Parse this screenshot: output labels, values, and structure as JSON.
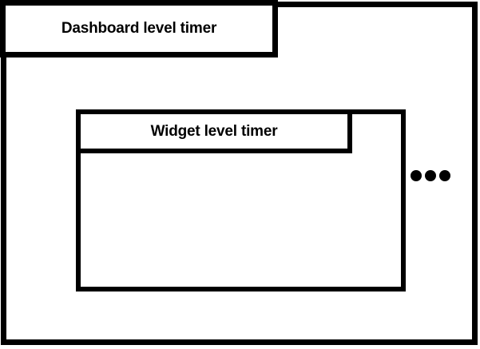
{
  "diagram": {
    "colors": {
      "line": "#000000",
      "background": "#ffffff",
      "text": "#000000"
    },
    "dashboard": {
      "timer_label": "Dashboard level timer"
    },
    "widget": {
      "timer_label": "Widget level timer"
    },
    "more_widgets_indicator": {
      "icon": "ellipsis-icon",
      "dot_count": 3
    }
  }
}
